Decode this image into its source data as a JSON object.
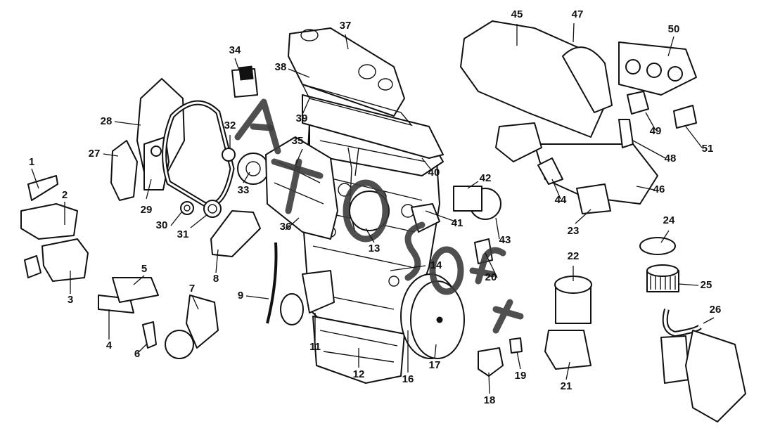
{
  "diagram": {
    "callouts": [
      {
        "n": "1"
      },
      {
        "n": "2"
      },
      {
        "n": "3"
      },
      {
        "n": "4"
      },
      {
        "n": "5"
      },
      {
        "n": "6"
      },
      {
        "n": "7"
      },
      {
        "n": "8"
      },
      {
        "n": "9"
      },
      {
        "n": "11"
      },
      {
        "n": "12"
      },
      {
        "n": "13"
      },
      {
        "n": "14"
      },
      {
        "n": "16"
      },
      {
        "n": "17"
      },
      {
        "n": "18"
      },
      {
        "n": "19"
      },
      {
        "n": "20"
      },
      {
        "n": "21"
      },
      {
        "n": "22"
      },
      {
        "n": "23"
      },
      {
        "n": "24"
      },
      {
        "n": "25"
      },
      {
        "n": "26"
      },
      {
        "n": "27"
      },
      {
        "n": "28"
      },
      {
        "n": "29"
      },
      {
        "n": "30"
      },
      {
        "n": "31"
      },
      {
        "n": "32"
      },
      {
        "n": "33"
      },
      {
        "n": "34"
      },
      {
        "n": "35"
      },
      {
        "n": "36"
      },
      {
        "n": "37"
      },
      {
        "n": "38"
      },
      {
        "n": "39"
      },
      {
        "n": "40"
      },
      {
        "n": "41"
      },
      {
        "n": "42"
      },
      {
        "n": "43"
      },
      {
        "n": "44"
      },
      {
        "n": "45"
      },
      {
        "n": "46"
      },
      {
        "n": "47"
      },
      {
        "n": "48"
      },
      {
        "n": "49"
      },
      {
        "n": "50"
      },
      {
        "n": "51"
      }
    ],
    "watermark": "ATO soft",
    "colors": {
      "line": "#111111",
      "background": "#ffffff",
      "watermark": "#3c3c3c"
    }
  }
}
